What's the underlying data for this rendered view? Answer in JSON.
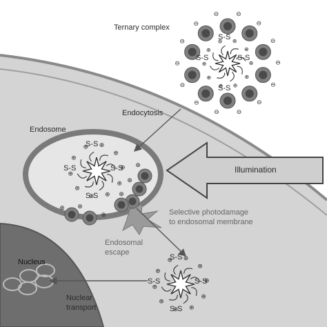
{
  "labels": {
    "ternary_complex": "Ternary complex",
    "endocytosis": "Endocytosis",
    "endosome": "Endosome",
    "illumination": "Illumination",
    "selective_photodamage_1": "Selective photodamage",
    "selective_photodamage_2": "to endosomal membrane",
    "endosomal_escape_1": "Endosomal",
    "endosomal_escape_2": "escape",
    "nucleus": "Nucleus",
    "nuclear_transport_1": "Nuclear",
    "nuclear_transport_2": "transport"
  },
  "disulfide": "S-S",
  "plus_sign": "⊕",
  "minus_sign": "⊖",
  "colors": {
    "cytoplasm": "#d4d4d4",
    "cell_membrane": "#8a8a8a",
    "nucleus": "#6e6e6e",
    "endosome_membrane": "#7a7a7a",
    "particle_outer": "#808080",
    "particle_core": "#4a4a4a",
    "photodamage": "#9a9a9a"
  }
}
